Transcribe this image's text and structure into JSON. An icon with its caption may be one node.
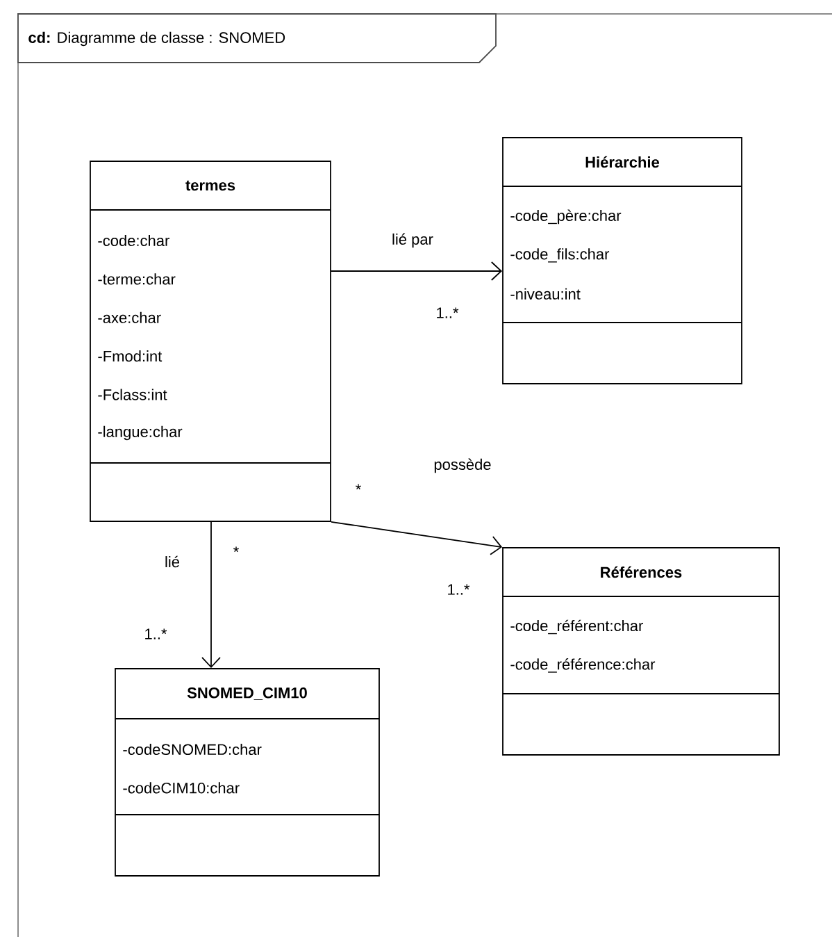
{
  "diagram": {
    "title": "**cd:** Diagramme de classe : SNOMED",
    "nodes": [
      {
        "text": [
          "termes",
          "-code:char",
          "-terme:char",
          "-axe:char",
          "-Fmod:int",
          "-Fclass:int",
          "-langue:char"
        ]
      },
      {
        "text": [
          "Hiérarchie",
          "-code_père:char",
          "-code_fils:char",
          "-niveau:int"
        ]
      },
      {
        "text": [
          "Références",
          "-code_référent:char",
          "-code_référence:char"
        ]
      },
      {
        "text": [
          "SNOMED_CIM10",
          "-codeSNOMED:char",
          "-codeCIM10:char"
        ]
      }
    ],
    "edges": [
      {
        "from": 0,
        "to": 1,
        "arrow": "to",
        "label": "lié par"
      },
      {
        "from": 0,
        "to": 2,
        "arrow": "to",
        "label": "possède"
      },
      {
        "from": 0,
        "to": 3,
        "arrow": "to",
        "label": "lié"
      }
    ],
    "labels": [
      "1..*",
      "*",
      "*",
      "1..*",
      "1..*"
    ]
  }
}
